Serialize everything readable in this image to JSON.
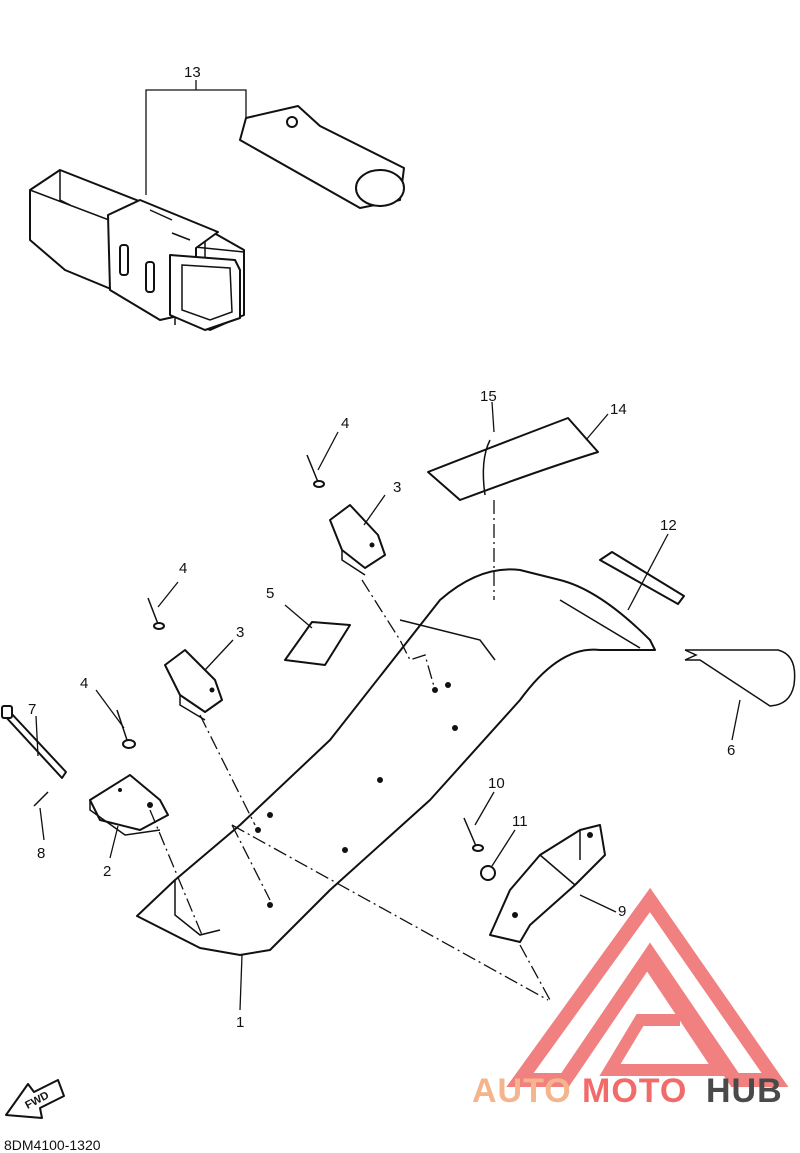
{
  "diagram": {
    "part_code": "8DM4100-1320",
    "fwd_label": "FWD",
    "watermark": {
      "text_a": "AUTO",
      "text_b": "MOTO",
      "text_c": "HUB",
      "color_a": "#f5b58c",
      "color_b": "#f26b6b",
      "color_c": "#4a4a4a",
      "logo_color": "#ef6a6a"
    },
    "callouts": [
      {
        "id": "c1",
        "label": "1"
      },
      {
        "id": "c2",
        "label": "2"
      },
      {
        "id": "c3a",
        "label": "3"
      },
      {
        "id": "c3b",
        "label": "3"
      },
      {
        "id": "c4a",
        "label": "4"
      },
      {
        "id": "c4b",
        "label": "4"
      },
      {
        "id": "c4c",
        "label": "4"
      },
      {
        "id": "c5",
        "label": "5"
      },
      {
        "id": "c6",
        "label": "6"
      },
      {
        "id": "c7",
        "label": "7"
      },
      {
        "id": "c8",
        "label": "8"
      },
      {
        "id": "c9",
        "label": "9"
      },
      {
        "id": "c10",
        "label": "10"
      },
      {
        "id": "c11",
        "label": "11"
      },
      {
        "id": "c12",
        "label": "12"
      },
      {
        "id": "c13",
        "label": "13"
      },
      {
        "id": "c14",
        "label": "14"
      },
      {
        "id": "c15",
        "label": "15"
      }
    ]
  }
}
